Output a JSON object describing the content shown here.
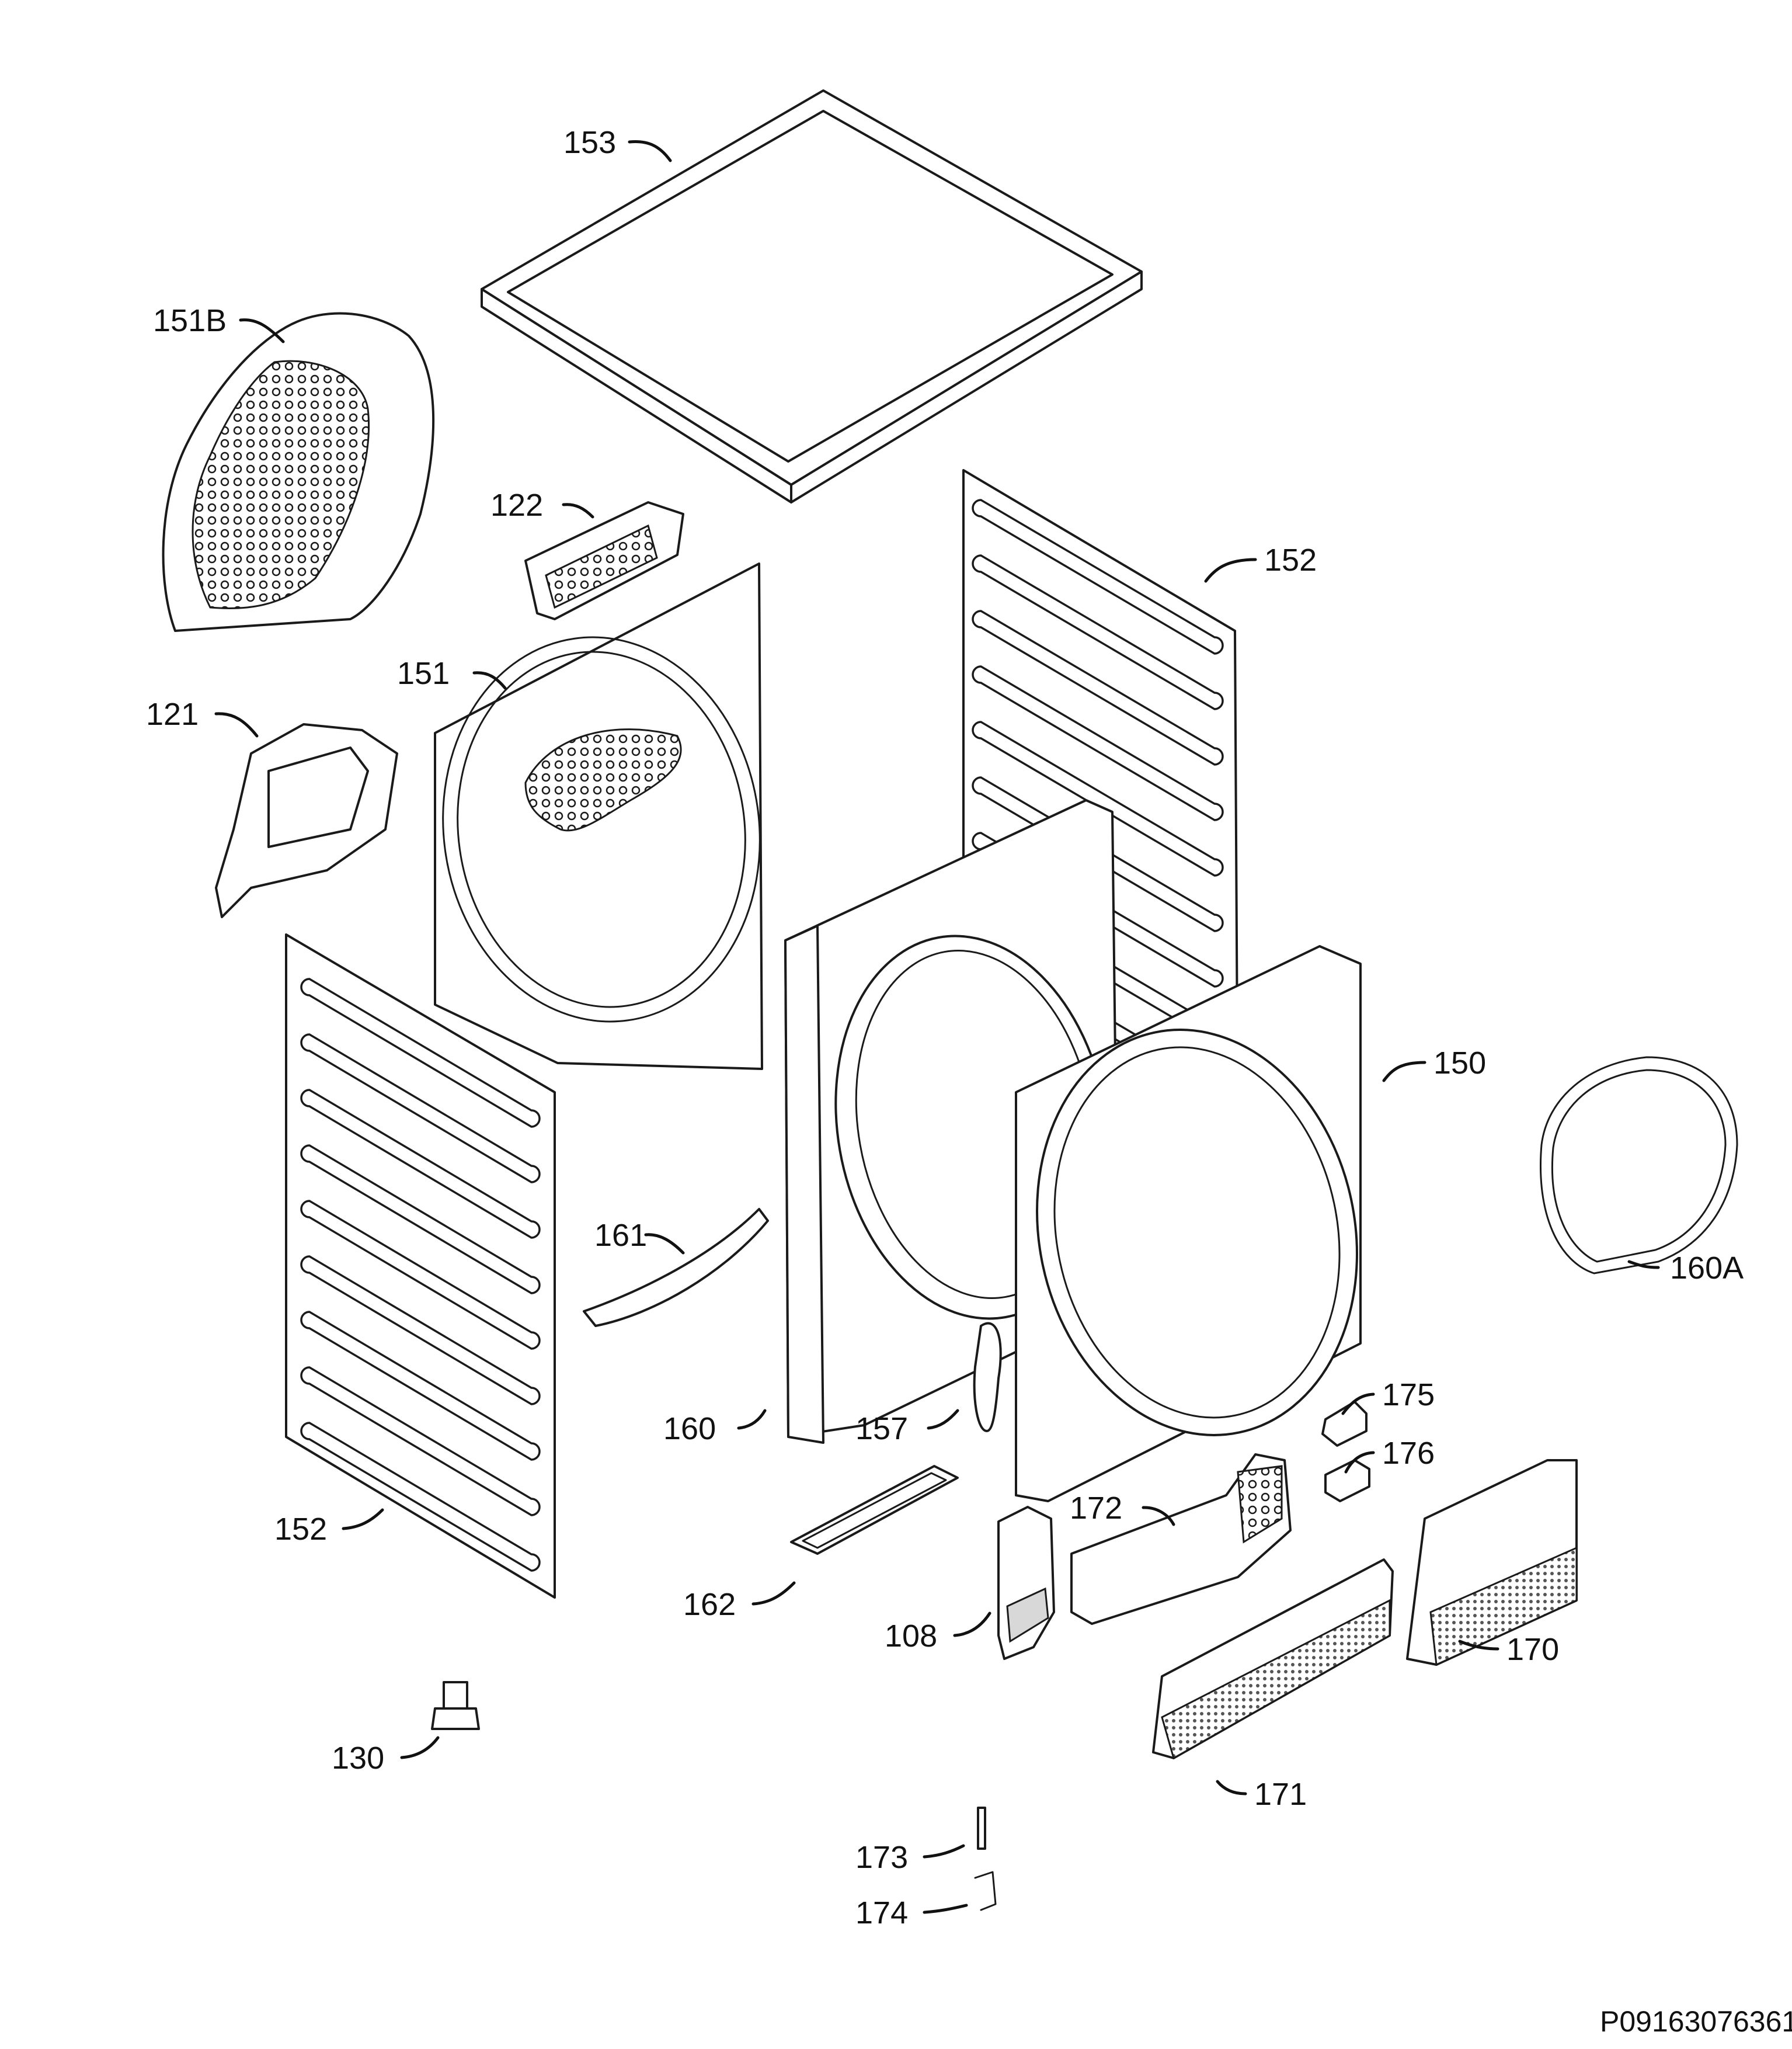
{
  "document_code": "P09163076361",
  "colors": {
    "line": "#1a1a1a",
    "background": "#ffffff",
    "shade": "#d8d8d8"
  },
  "callouts": {
    "c153": "153",
    "c151B": "151B",
    "c122": "122",
    "c152_top": "152",
    "c151": "151",
    "c121": "121",
    "c150": "150",
    "c160A": "160A",
    "c161": "161",
    "c160": "160",
    "c157": "157",
    "c175": "175",
    "c176": "176",
    "c152_bottom": "152",
    "c172": "172",
    "c162": "162",
    "c108": "108",
    "c170": "170",
    "c130": "130",
    "c171": "171",
    "c173": "173",
    "c174": "174"
  }
}
